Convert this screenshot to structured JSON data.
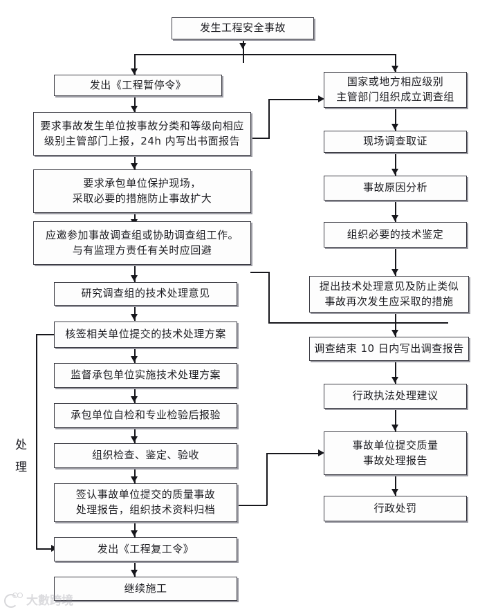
{
  "diagram": {
    "title_text": "发生工程安全事故",
    "side_label_chars": [
      "处",
      "理"
    ],
    "watermark_text": "大數跨境",
    "nodes": {
      "accident": {
        "line1": "发生工程安全事故"
      },
      "suspend_order": {
        "line1": "发出《工程暂停令》"
      },
      "report_request": {
        "line1": "要求事故发生单位按事故分类和等级向相应",
        "line2": "级别主管部门上报，24h 内写出书面报告"
      },
      "protect_site": {
        "line1": "要求承包单位保护现场，",
        "line2": "采取必要的措施防止事故扩大"
      },
      "join_group": {
        "line1": "应邀参加事故调查组或协助调查组工作。",
        "line2": "与有监理方责任有关时应回避"
      },
      "study_opinion": {
        "line1": "研究调查组的技术处理意见"
      },
      "sign_plan": {
        "line1": "核签相关单位提交的技术处理方案"
      },
      "supervise_plan": {
        "line1": "监督承包单位实施技术处理方案"
      },
      "self_check": {
        "line1": "承包单位自检和专业检验后报验"
      },
      "organize_check": {
        "line1": "组织检查、鉴定、验收"
      },
      "sign_report": {
        "line1": "签认事故单位提交的质量事故",
        "line2": "处理报告，组织技术资料归档"
      },
      "resume_order": {
        "line1": "发出《工程复工令》"
      },
      "continue_work": {
        "line1": "继续施工"
      },
      "form_group": {
        "line1": "国家或地方相应级别",
        "line2": "主管部门组织成立调查组"
      },
      "site_investigate": {
        "line1": "现场调查取证"
      },
      "cause_analysis": {
        "line1": "事故原因分析"
      },
      "tech_appraisal": {
        "line1": "组织必要的技术鉴定"
      },
      "propose_measures": {
        "line1": "提出技术处理意见及防止类似",
        "line2": "事故再次发生应采取的措施"
      },
      "investigation_report": {
        "line1": "调查结束 10 日内写出调查报告"
      },
      "enforcement_advice": {
        "line1": "行政执法处理建议"
      },
      "quality_report": {
        "line1": "事故单位提交质量",
        "line2": "事故处理报告"
      },
      "admin_penalty": {
        "line1": "行政处罚"
      }
    },
    "colors": {
      "box_border": "#3a3a42",
      "box_fill": "#fdfdfd",
      "box_shadow": "#9a9aa2",
      "connector": "#17171c",
      "text": "#1b1b20",
      "watermark": "#8a8a94"
    }
  }
}
